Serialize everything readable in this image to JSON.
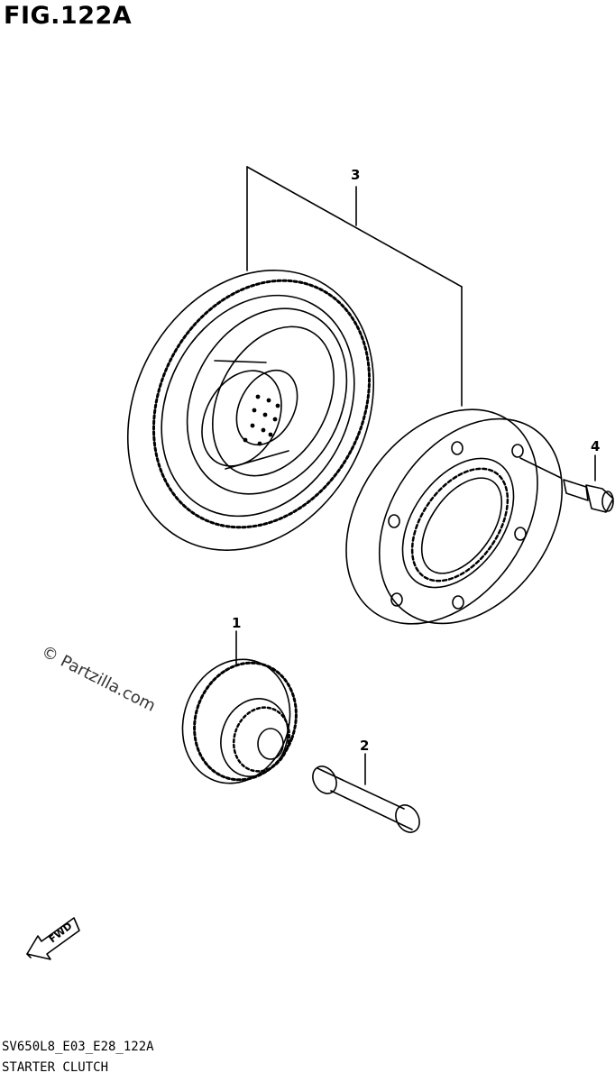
{
  "figure": {
    "title": "FIG.122A",
    "code": "SV650L8_E03_E28_122A",
    "name": "STARTER CLUTCH"
  },
  "watermark": "© Partzilla.com",
  "callouts": [
    "1",
    "2",
    "3",
    "4"
  ],
  "fwd_label": "FWD",
  "parts": [
    {
      "ref": "1",
      "icon": "starter-idle-gear-icon"
    },
    {
      "ref": "2",
      "icon": "idle-gear-shaft-icon"
    },
    {
      "ref": "3",
      "icon": "starter-clutch-assembly-icon"
    },
    {
      "ref": "4",
      "icon": "clutch-bolt-icon"
    }
  ]
}
